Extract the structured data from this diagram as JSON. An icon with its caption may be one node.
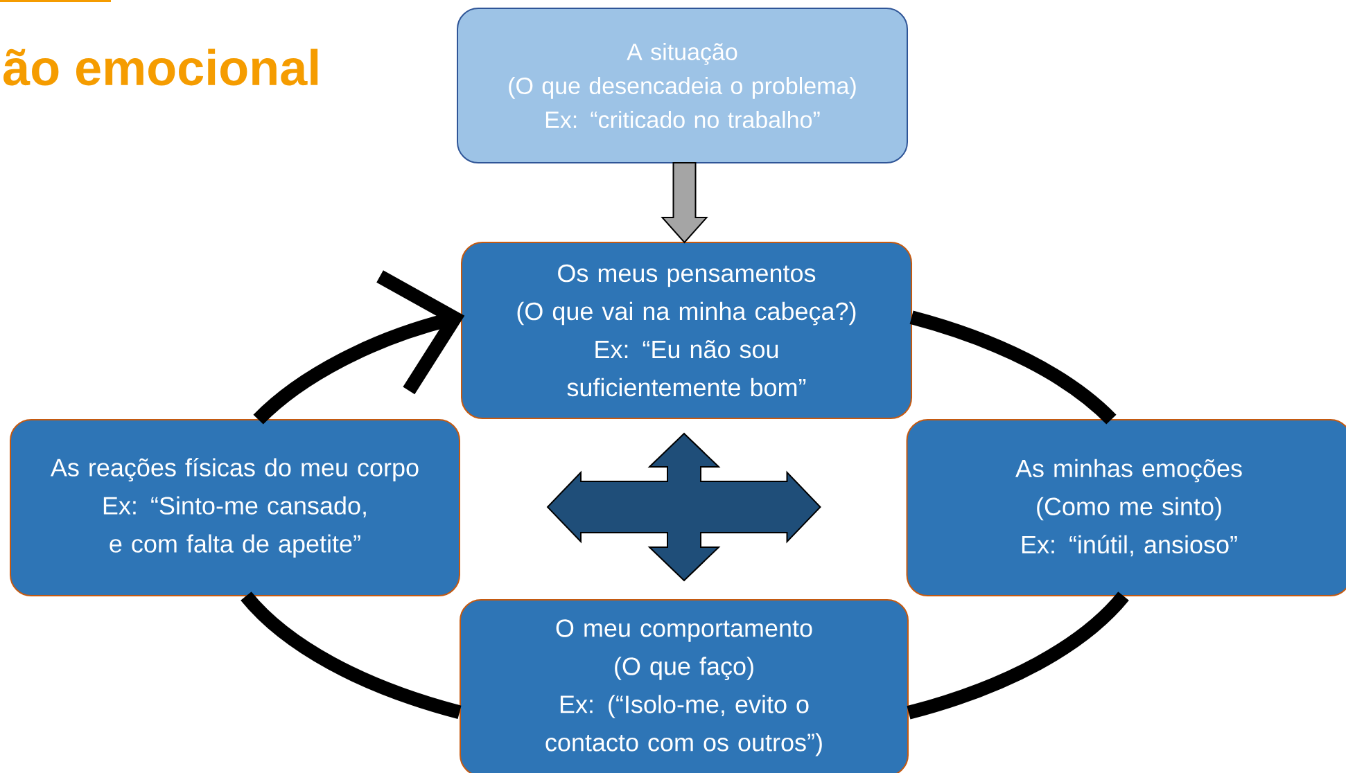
{
  "diagram": {
    "title": "ão emocional",
    "nodes": [
      {
        "text": [
          "A situação",
          "(O que desencadeia o problema)",
          "Ex: “criticado no trabalho”"
        ]
      },
      {
        "text": [
          "Os meus pensamentos",
          "(O que vai na minha cabeça?)",
          "Ex: “Eu não sou suficientemente bom”"
        ]
      },
      {
        "text": [
          "As reações físicas do meu corpo",
          "Ex: “Sinto-me cansado, e com falta de apetite”"
        ]
      },
      {
        "text": [
          "As minhas emoções",
          "(Como me sinto)",
          "Ex: “inútil, ansioso”"
        ]
      },
      {
        "text": [
          "O meu comportamento",
          "(O que faço)",
          "Ex: (“Isolo-me, evito o contacto com os outros”)"
        ]
      }
    ],
    "edges": [
      {
        "from": 0,
        "to": 1,
        "arrow": "to",
        "color": "#a5a5a5"
      },
      {
        "from": 1,
        "to": 4,
        "arrow": "both",
        "color": "#1f4e79"
      },
      {
        "from": 2,
        "to": 3,
        "arrow": "both",
        "color": "#1f4e79"
      },
      {
        "from": 1,
        "to": 3,
        "arrow": "none"
      },
      {
        "from": 3,
        "to": 4,
        "arrow": "none"
      },
      {
        "from": 4,
        "to": 2,
        "arrow": "none"
      },
      {
        "from": 2,
        "to": 1,
        "arrow": "to"
      }
    ]
  }
}
